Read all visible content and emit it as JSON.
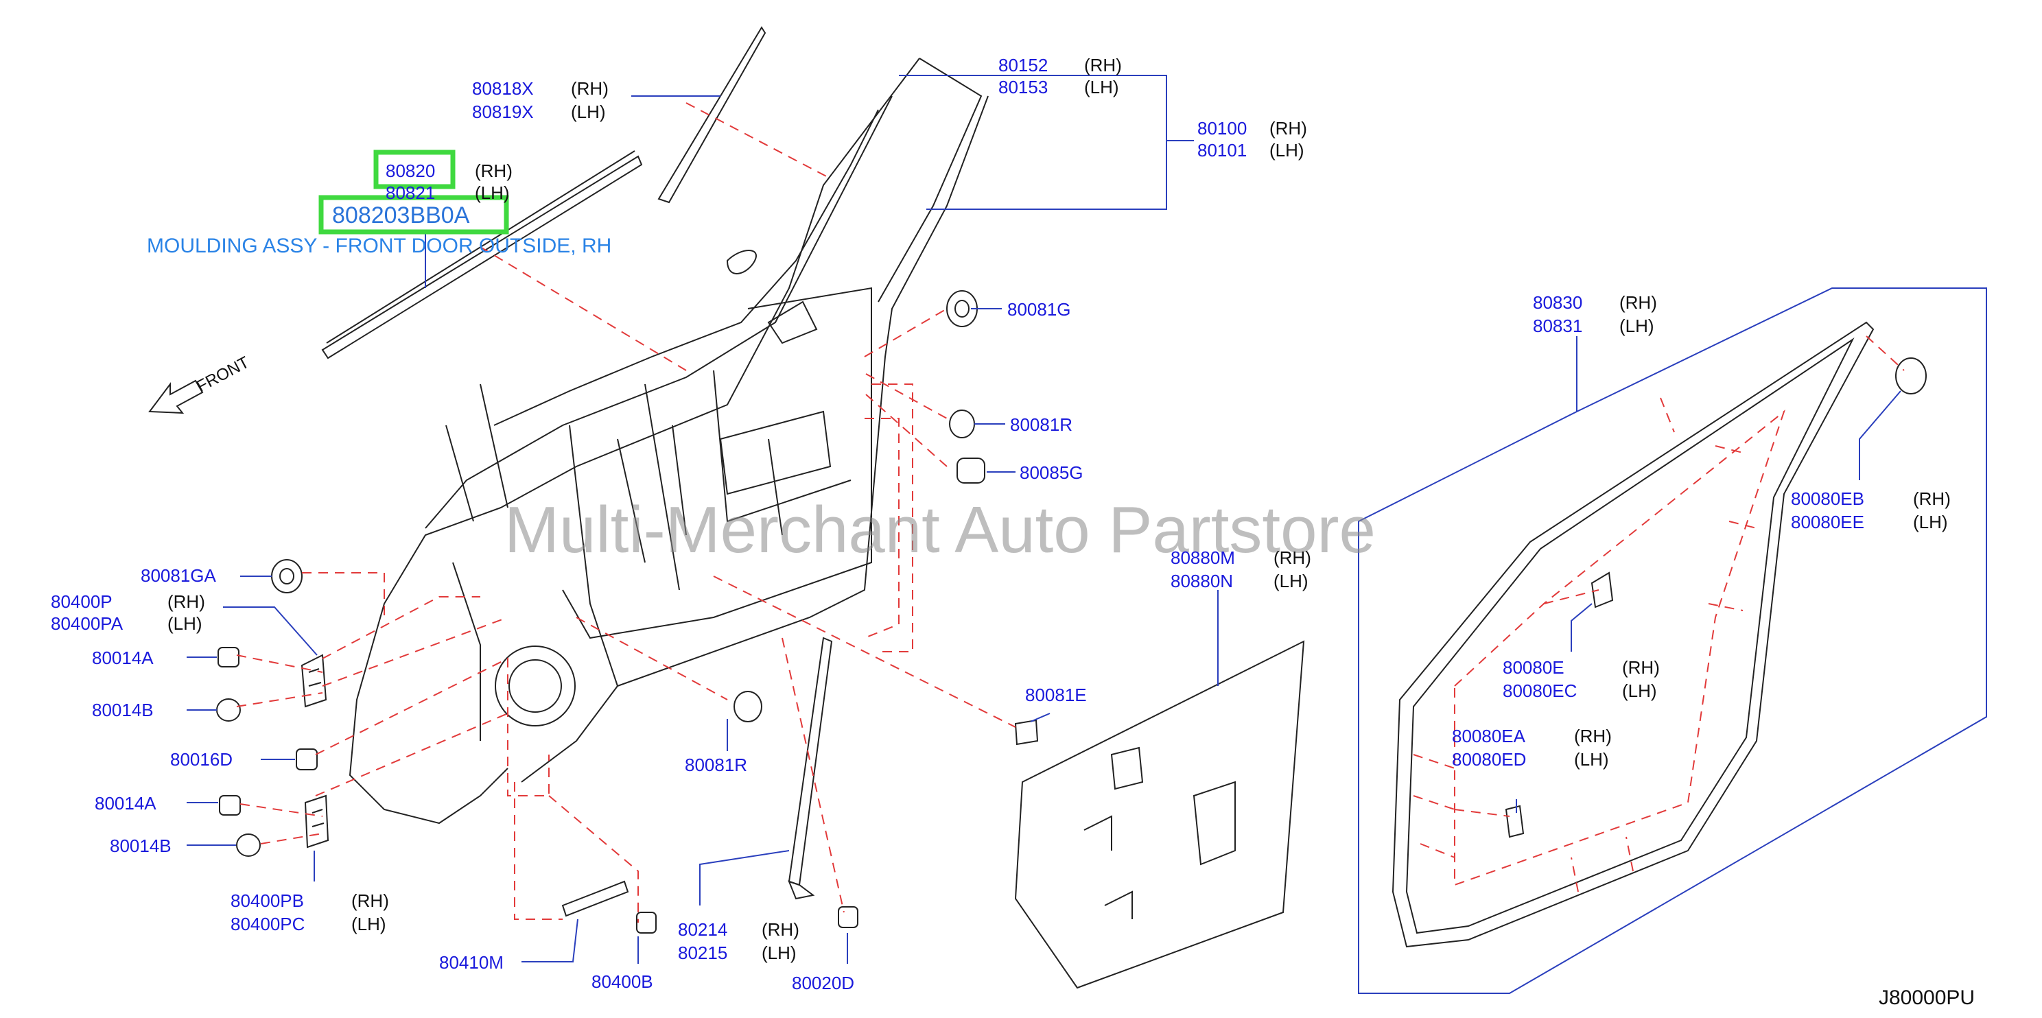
{
  "labels": {
    "p80818X": "80818X",
    "p80819X": "80819X",
    "p80152": "80152",
    "p80153": "80153",
    "p80100": "80100",
    "p80101": "80101",
    "p80821": "80821",
    "p80081G": "80081G",
    "p80081R_top": "80081R",
    "p80085G": "80085G",
    "p80081GA": "80081GA",
    "p80400P": "80400P",
    "p80400PA": "80400PA",
    "p80014A_1": "80014A",
    "p80014B_1": "80014B",
    "p80016D": "80016D",
    "p80014A_2": "80014A",
    "p80014B_2": "80014B",
    "p80400PB": "80400PB",
    "p80400PC": "80400PC",
    "p80410M": "80410M",
    "p80400B": "80400B",
    "p80081R_mid": "80081R",
    "p80214": "80214",
    "p80215": "80215",
    "p80020D": "80020D",
    "p80081E": "80081E",
    "p80880M": "80880M",
    "p80880N": "80880N",
    "p80830": "80830",
    "p80831": "80831",
    "p80080EB": "80080EB",
    "p80080EE": "80080EE",
    "p80080E": "80080E",
    "p80080EC": "80080EC",
    "p80080EA": "80080EA",
    "p80080ED": "80080ED"
  },
  "side": {
    "rh": "(RH)",
    "lh": "(LH)"
  },
  "front": "FRONT",
  "diagram_code": "J80000PU",
  "watermark": "Multi-Merchant Auto Partstore",
  "highlight": {
    "part_number": "80820",
    "full_part_number": "808203BB0A",
    "description": "MOULDING ASSY - FRONT DOOR OUTSIDE, RH"
  },
  "colors": {
    "label": "#1a1adc",
    "dashed": "#e23a3a",
    "leader": "#2a3fbd",
    "highlight": "#3fd93f"
  }
}
